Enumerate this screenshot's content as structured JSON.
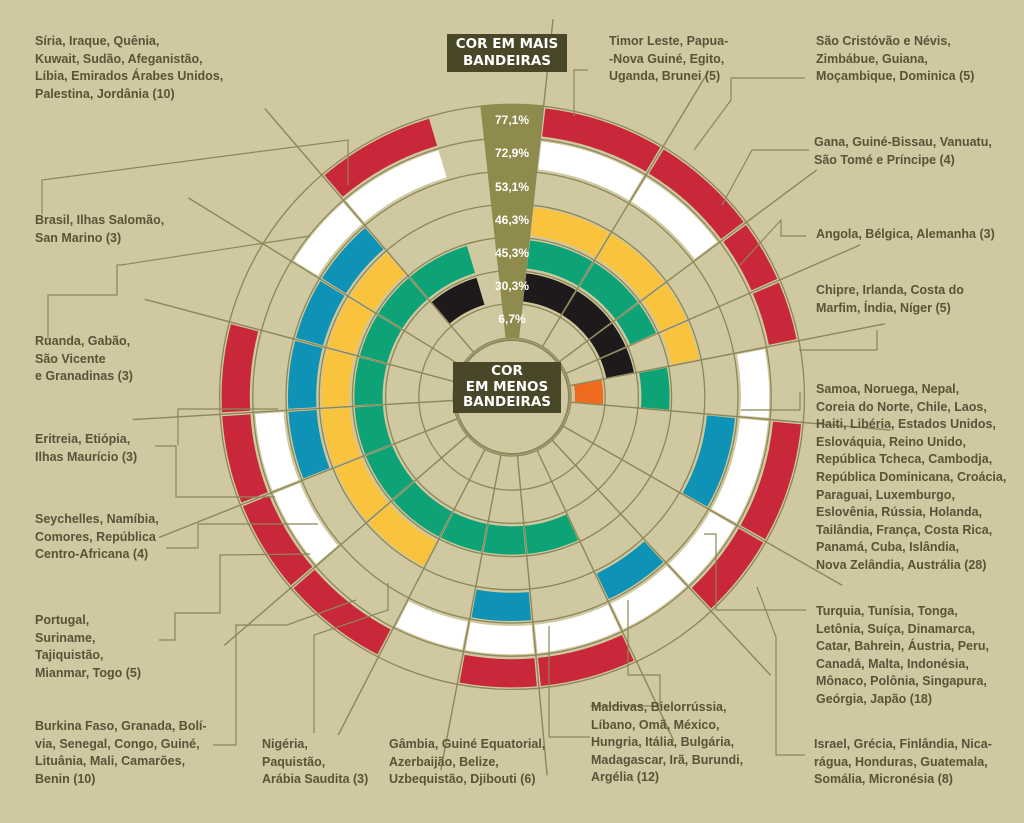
{
  "chart_data": {
    "type": "radial",
    "title_top": "COR EM MAIS\nBANDEIRAS",
    "title_center": "COR\nEM MENOS\nBANDEIRAS",
    "colors": {
      "red": "#c8283a",
      "white": "#ffffff",
      "blue": "#0e92b5",
      "yellow": "#fac33e",
      "green": "#0ea277",
      "black": "#1e1a1c",
      "orange": "#ee6a1f",
      "highlight": "#8e8b4c",
      "guide": "#8c8758",
      "background": "#cfc8a0",
      "banner": "#4a4728",
      "text": "#5a5338"
    },
    "rings": [
      {
        "color": "red",
        "percent": "77,1%"
      },
      {
        "color": "white",
        "percent": "72,9%"
      },
      {
        "color": "blue",
        "percent": "53,1%"
      },
      {
        "color": "yellow",
        "percent": "46,3%"
      },
      {
        "color": "green",
        "percent": "45,3%"
      },
      {
        "color": "black",
        "percent": "30,3%"
      },
      {
        "color": "orange",
        "percent": "6,7%"
      }
    ],
    "groups": [
      {
        "text": "Timor Leste, Papua-\n-Nova Guiné, Egito,\nUganda, Brunei (5)",
        "count": 5,
        "colors": [
          "red",
          "white",
          "yellow",
          "green",
          "black"
        ]
      },
      {
        "text": "São Cristóvão e Névis,\nZimbábue, Guiana,\nMoçambique, Dominica (5)",
        "count": 5,
        "colors": [
          "red",
          "white",
          "yellow",
          "green",
          "black"
        ]
      },
      {
        "text": "Gana, Guiné-Bissau, Vanuatu,\nSão Tomé e Príncipe (4)",
        "count": 4,
        "colors": [
          "red",
          "yellow",
          "green",
          "black"
        ]
      },
      {
        "text": "Angola, Bélgica, Alemanha (3)",
        "count": 3,
        "colors": [
          "red",
          "yellow",
          "black"
        ]
      },
      {
        "text": "Chipre, Irlanda, Costa do\nMarfim, Índia, Níger (5)",
        "count": 5,
        "colors": [
          "white",
          "green",
          "orange"
        ]
      },
      {
        "text": "Samoa, Noruega, Nepal,\nCoreia do Norte, Chile, Laos,\nHaiti, Libéria, Estados Unidos,\nEslováquia, Reino Unido,\nRepública Tcheca, Cambodja,\nRepública Dominicana, Croácia,\nParaguai, Luxemburgo,\nEslovênia, Rússia, Holanda,\nTailândia, França, Costa Rica,\nPanamá, Cuba, Islândia,\nNova Zelândia, Austrália (28)",
        "count": 28,
        "colors": [
          "red",
          "white",
          "blue"
        ]
      },
      {
        "text": "Turquia, Tunísia, Tonga,\nLetônia, Suíça, Dinamarca,\nCatar, Bahrein, Áustria, Peru,\nCanadá, Malta, Indonésia,\nMônaco, Polônia, Singapura,\nGeórgia, Japão (18)",
        "count": 18,
        "colors": [
          "red",
          "white"
        ]
      },
      {
        "text": "Israel, Grécia, Finlândia, Nica-\nrágua, Honduras, Guatemala,\nSomália, Micronésia (8)",
        "count": 8,
        "colors": [
          "white",
          "blue"
        ]
      },
      {
        "text": "Maldivas, Bielorrússia,\nLíbano, Omã, México,\nHungria, Itália, Bulgária,\nMadagascar, Irã, Burundi,\nArgélia (12)",
        "count": 12,
        "colors": [
          "red",
          "white",
          "green"
        ]
      },
      {
        "text": "Gâmbia, Guiné Equatorial,\nAzerbaijão, Belize,\nUzbequistão, Djibouti (6)",
        "count": 6,
        "colors": [
          "red",
          "white",
          "blue",
          "green"
        ]
      },
      {
        "text": "Nigéria,\nPaquistão,\nArábia Saudita (3)",
        "count": 3,
        "colors": [
          "white",
          "green"
        ]
      },
      {
        "text": "Burkina Faso, Granada, Bolí-\nvia, Senegal, Congo, Guiné,\nLituânia, Mali, Camarões,\nBenin (10)",
        "count": 10,
        "colors": [
          "red",
          "yellow",
          "green"
        ]
      },
      {
        "text": "Portugal,\nSuriname,\nTajiquistão,\nMianmar, Togo (5)",
        "count": 5,
        "colors": [
          "red",
          "white",
          "yellow",
          "green"
        ]
      },
      {
        "text": "Seychelles, Namíbia,\nComores, República\nCentro-Africana (4)",
        "count": 4,
        "colors": [
          "red",
          "white",
          "blue",
          "yellow",
          "green"
        ]
      },
      {
        "text": "Eritreia, Etiópia,\nIlhas Maurício (3)",
        "count": 3,
        "colors": [
          "red",
          "blue",
          "yellow",
          "green"
        ]
      },
      {
        "text": "Ruanda, Gabão,\nSão Vicente\ne Granadinas (3)",
        "count": 3,
        "colors": [
          "blue",
          "yellow",
          "green"
        ]
      },
      {
        "text": "Brasil, Ilhas Salomão,\nSan Marino (3)",
        "count": 3,
        "colors": [
          "white",
          "blue",
          "yellow",
          "green"
        ]
      },
      {
        "text": "Síria, Iraque, Quênia,\nKuwait, Sudão, Afeganistão,\nLíbia, Emirados Árabes Unidos,\nPalestina, Jordânia (10)",
        "count": 10,
        "colors": [
          "red",
          "white",
          "green",
          "black"
        ]
      }
    ]
  }
}
